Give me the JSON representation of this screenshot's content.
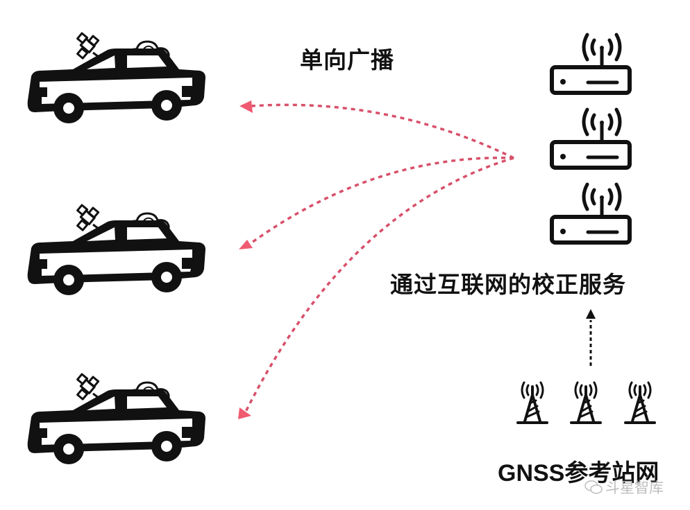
{
  "labels": {
    "broadcast": "单向广播",
    "correction_service": "通过互联网的校正服务",
    "gnss_network_prefix": "GNSS",
    "gnss_network_suffix": "参考站网",
    "watermark": "斗星智库"
  },
  "vehicles": [
    {
      "name": "car-1",
      "icons": [
        "satellite-icon",
        "cloud-sync-icon"
      ]
    },
    {
      "name": "car-2",
      "icons": [
        "satellite-icon",
        "cloud-sync-icon"
      ]
    },
    {
      "name": "car-3",
      "icons": [
        "satellite-icon",
        "cloud-sync-icon"
      ]
    }
  ],
  "servers": [
    {
      "name": "server-1",
      "icon": "wireless-router-icon"
    },
    {
      "name": "server-2",
      "icon": "wireless-router-icon"
    },
    {
      "name": "server-3",
      "icon": "wireless-router-icon"
    }
  ],
  "reference_stations": [
    {
      "name": "station-1",
      "icon": "radio-tower-icon"
    },
    {
      "name": "station-2",
      "icon": "radio-tower-icon"
    },
    {
      "name": "station-3",
      "icon": "radio-tower-icon"
    }
  ],
  "arrows": {
    "broadcast_color": "#e0506a",
    "uplink_color": "#111111"
  }
}
